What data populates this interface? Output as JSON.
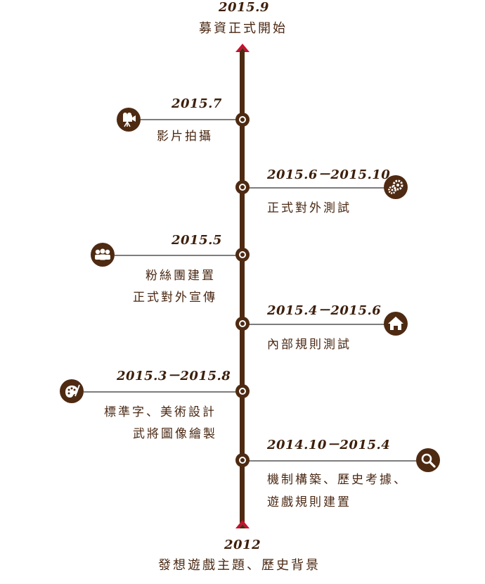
{
  "top": {
    "date": "2015.9",
    "label": "募資正式開始"
  },
  "bottom": {
    "date": "2012",
    "label": "發想遊戲主題、歷史背景"
  },
  "milestones": [
    {
      "date": "2015.7",
      "lines": [
        "影片拍攝"
      ],
      "icon": "video-camera-icon"
    },
    {
      "date": "2015.6－2015.10",
      "lines": [
        "正式對外測試"
      ],
      "icon": "gears-icon"
    },
    {
      "date": "2015.5",
      "lines": [
        "粉絲團建置",
        "正式對外宣傳"
      ],
      "icon": "group-icon"
    },
    {
      "date": "2015.4－2015.6",
      "lines": [
        "內部規則測試"
      ],
      "icon": "home-icon"
    },
    {
      "date": "2015.3－2015.8",
      "lines": [
        "標準字、美術設計",
        "武將圖像繪製"
      ],
      "icon": "palette-icon"
    },
    {
      "date": "2014.10－2015.4",
      "lines": [
        "機制構築、歷史考據、",
        "遊戲規則建置"
      ],
      "icon": "magnifier-icon"
    }
  ],
  "colors": {
    "spine": "#4e2a12",
    "arrow": "#c8102e",
    "connector": "#7d7d7d",
    "text": "#4a2712"
  }
}
